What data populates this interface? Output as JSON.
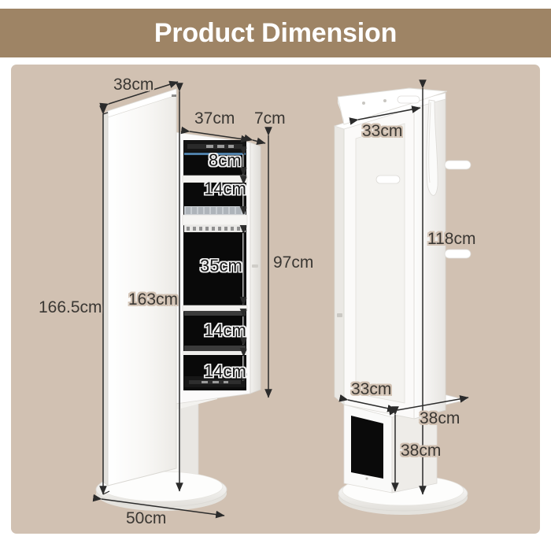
{
  "header": {
    "title": "Product Dimension",
    "band_color": "#9e8465",
    "title_color": "#ffffff"
  },
  "panel": {
    "background_color": "#d1c1b2",
    "page_background": "#ffffff"
  },
  "figures": [
    {
      "id": "left-view",
      "name": "mirror-cabinet-open-view",
      "description": "Rotating mirror jewelry cabinet shown open with mirror door swung out and black interior organizer shelves visible"
    },
    {
      "id": "right-view",
      "name": "coat-rack-back-view",
      "description": "Rear three-quarter view of the same unit showing coat hooks, hanging rail and lower open shelf"
    }
  ],
  "dimensions": {
    "left": [
      {
        "key": "mirror_width",
        "label": "38cm",
        "style": "dark"
      },
      {
        "key": "cabinet_width",
        "label": "37cm",
        "style": "dark"
      },
      {
        "key": "door_thickness",
        "label": "7cm",
        "style": "dark"
      },
      {
        "key": "compartment_1",
        "label": "8cm",
        "style": "on-dark"
      },
      {
        "key": "compartment_2",
        "label": "14cm",
        "style": "on-dark"
      },
      {
        "key": "compartment_3",
        "label": "35cm",
        "style": "on-dark"
      },
      {
        "key": "compartment_4",
        "label": "14cm",
        "style": "on-dark"
      },
      {
        "key": "compartment_5",
        "label": "14cm",
        "style": "on-dark"
      },
      {
        "key": "cabinet_height",
        "label": "97cm",
        "style": "dark"
      },
      {
        "key": "mirror_height",
        "label": "163cm",
        "style": "dark"
      },
      {
        "key": "total_height",
        "label": "166.5cm",
        "style": "dark"
      },
      {
        "key": "base_width",
        "label": "50cm",
        "style": "dark"
      }
    ],
    "right": [
      {
        "key": "top_depth",
        "label": "33cm",
        "style": "dark"
      },
      {
        "key": "rack_height",
        "label": "118cm",
        "style": "dark"
      },
      {
        "key": "shelf_depth",
        "label": "33cm",
        "style": "dark"
      },
      {
        "key": "shelf_width",
        "label": "38cm",
        "style": "dark"
      },
      {
        "key": "shelf_height",
        "label": "38cm",
        "style": "dark"
      }
    ]
  },
  "colors": {
    "arrow": "#2b2b2b",
    "furniture_white": "#ffffff",
    "furniture_shade": "#efeeec",
    "interior_black": "#0c0c0c",
    "mirror_face": "#f7f6f4"
  }
}
